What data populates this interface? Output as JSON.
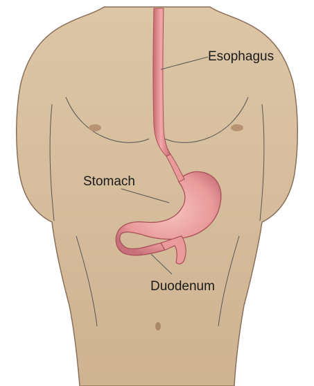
{
  "labels": {
    "esophagus": "Esophagus",
    "stomach": "Stomach",
    "duodenum": "Duodenum"
  },
  "colors": {
    "skin": "#d7c0a0",
    "skin_shadow": "#b89a7a",
    "organ": "#e99a9a",
    "organ_dark": "#c96a70",
    "outline": "#6b5545"
  }
}
